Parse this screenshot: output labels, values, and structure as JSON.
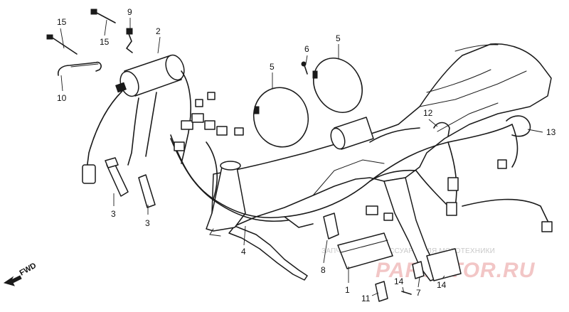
{
  "diagram": {
    "callouts": [
      "15",
      "15",
      "9",
      "2",
      "10",
      "6",
      "5",
      "5",
      "12",
      "13",
      "3",
      "3",
      "4",
      "8",
      "1",
      "14",
      "11",
      "7",
      "14"
    ],
    "fwd_label": "FWD",
    "watermark": {
      "tagline": "ЗАПЧАСТИ И АКСЕССУАРЫ ДЛЯ МОТОТЕХНИКИ",
      "brand": "PARTSTOR.RU"
    }
  }
}
